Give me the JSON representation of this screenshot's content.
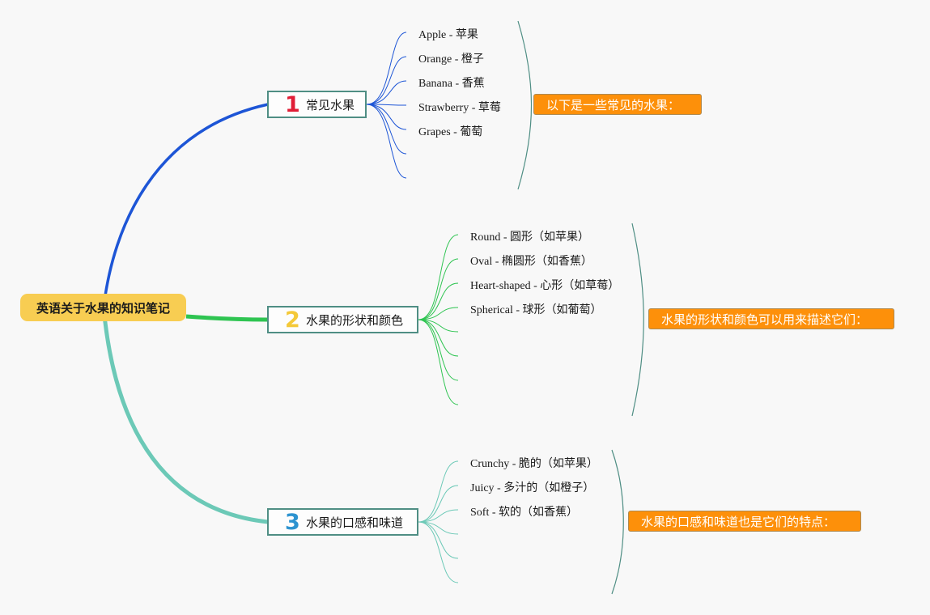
{
  "colors": {
    "background": "#f8f8f8",
    "root_fill": "#f8cd52",
    "branch_border": "#4f8e84",
    "note_fill": "#fd900a",
    "connector_1": "#1d55d6",
    "connector_2": "#2ec451",
    "connector_3": "#6cc9b7",
    "number_1": "#e01d36",
    "number_2": "#f4c939",
    "number_3": "#2d93d0"
  },
  "root": {
    "label": "英语关于水果的知识笔记"
  },
  "branches": [
    {
      "number": "1",
      "label": "常见水果",
      "note": "以下是一些常见的水果：",
      "items": [
        "Apple - 苹果",
        "Orange - 橙子",
        "Banana - 香蕉",
        "Strawberry - 草莓",
        "Grapes - 葡萄"
      ]
    },
    {
      "number": "2",
      "label": "水果的形状和颜色",
      "note": "水果的形状和颜色可以用来描述它们：",
      "items": [
        "Round - 圆形（如苹果）",
        "Oval - 椭圆形（如香蕉）",
        "Heart-shaped - 心形（如草莓）",
        "Spherical - 球形（如葡萄）"
      ]
    },
    {
      "number": "3",
      "label": "水果的口感和味道",
      "note": "水果的口感和味道也是它们的特点：",
      "items": [
        "Crunchy - 脆的（如苹果）",
        "Juicy - 多汁的（如橙子）",
        "Soft - 软的（如香蕉）"
      ]
    }
  ]
}
